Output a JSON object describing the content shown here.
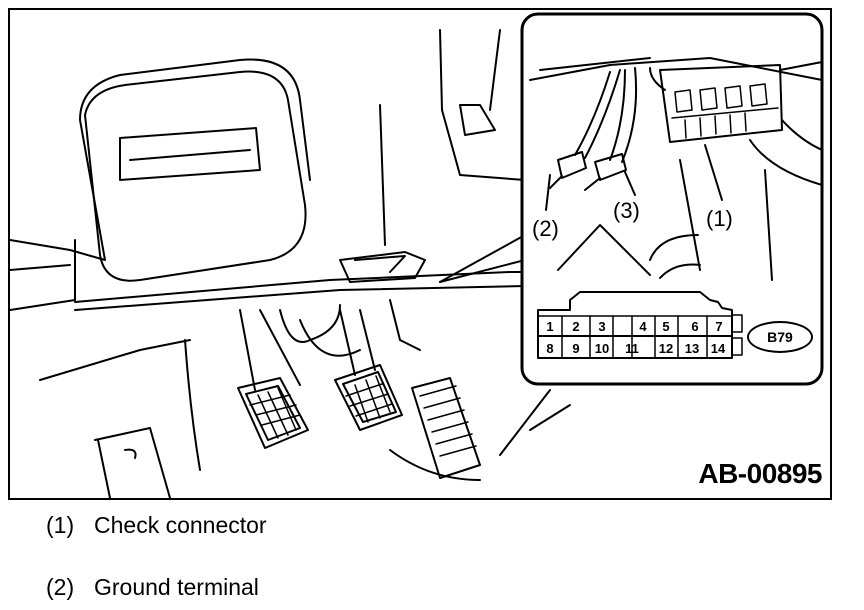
{
  "figure": {
    "callouts": {
      "c1": "(1)",
      "c2": "(2)",
      "c3": "(3)"
    },
    "connector_pins": {
      "top": [
        "1",
        "2",
        "3",
        "4",
        "5",
        "6",
        "7"
      ],
      "bottom": [
        "8",
        "9",
        "10",
        "11",
        "12",
        "13",
        "14"
      ]
    },
    "connector_label": "B79",
    "figure_code": "AB-00895"
  },
  "legend": [
    {
      "number": "(1)",
      "text": "Check connector"
    },
    {
      "number": "(2)",
      "text": "Ground terminal"
    }
  ]
}
